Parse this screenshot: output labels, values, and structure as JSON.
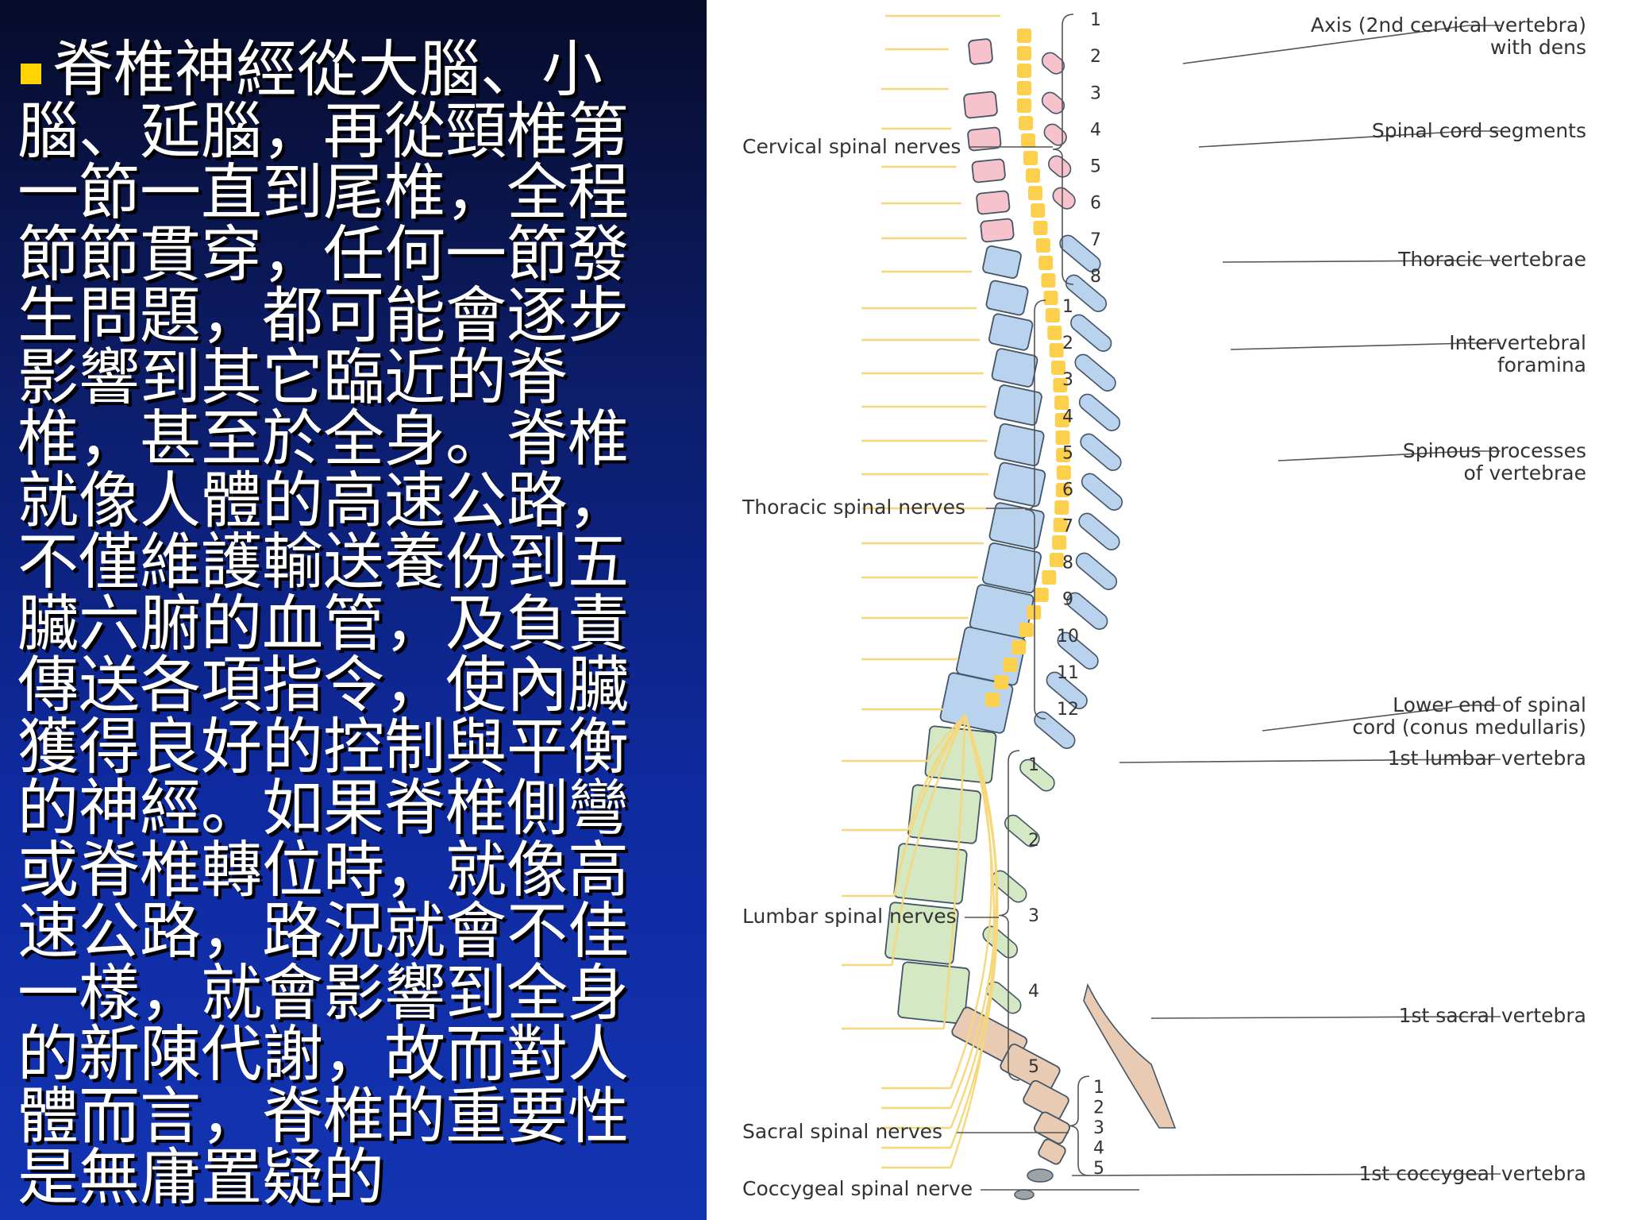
{
  "slide": {
    "paragraph": "脊椎神經從大腦、小腦、延腦，再從頸椎第一節一直到尾椎，全程節節貫穿，任何一節發生問題，都可能會逐步影響到其它臨近的脊椎，甚至於全身。脊椎就像人體的高速公路，不僅維護輸送養份到五臟六腑的血管，及負責傳送各項指令，使內臟獲得良好的控制與平衡的神經。如果脊椎側彎或脊椎轉位時，就像高速公路，路況就會不佳一樣，就會影響到全身的新陳代謝，故而對人體而言，脊椎的重要性是無庸置疑的"
  },
  "diagram": {
    "left_labels": {
      "cervical": "Cervical spinal nerves",
      "thoracic": "Thoracic spinal nerves",
      "lumbar": "Lumbar spinal nerves",
      "sacral": "Sacral spinal nerves",
      "coccygeal": "Coccygeal spinal nerve"
    },
    "right_labels": {
      "axis_1": "Axis (2nd cervical vertebra)",
      "axis_2": "with dens",
      "cord_segments": "Spinal cord segments",
      "thoracic_vertebrae": "Thoracic vertebrae",
      "foramina_1": "Intervertebral",
      "foramina_2": "foramina",
      "spinous_1": "Spinous processes",
      "spinous_2": "of vertebrae",
      "conus_1": "Lower end of spinal",
      "conus_2": "cord (conus medullaris)",
      "lumbar_vertebra": "1st lumbar vertebra",
      "sacral_vertebra": "1st sacral vertebra",
      "coccygeal_vertebra": "1st coccygeal vertebra"
    },
    "numbers": {
      "cervical": [
        "1",
        "2",
        "3",
        "4",
        "5",
        "6",
        "7",
        "8"
      ],
      "thoracic": [
        "1",
        "2",
        "3",
        "4",
        "5",
        "6",
        "7",
        "8",
        "9",
        "10",
        "11",
        "12"
      ],
      "lumbar": [
        "1",
        "2",
        "3",
        "4",
        "5"
      ],
      "sacral": [
        "1",
        "2",
        "3",
        "4",
        "5"
      ]
    },
    "colors": {
      "cervical": "#f6c3cc",
      "thoracic": "#b9d3ef",
      "lumbar": "#d3e8c3",
      "sacral": "#e8cbb2",
      "coccygeal": "#9fa3a8",
      "cord": "#fccf4d",
      "nerve": "#f6d77a"
    }
  }
}
